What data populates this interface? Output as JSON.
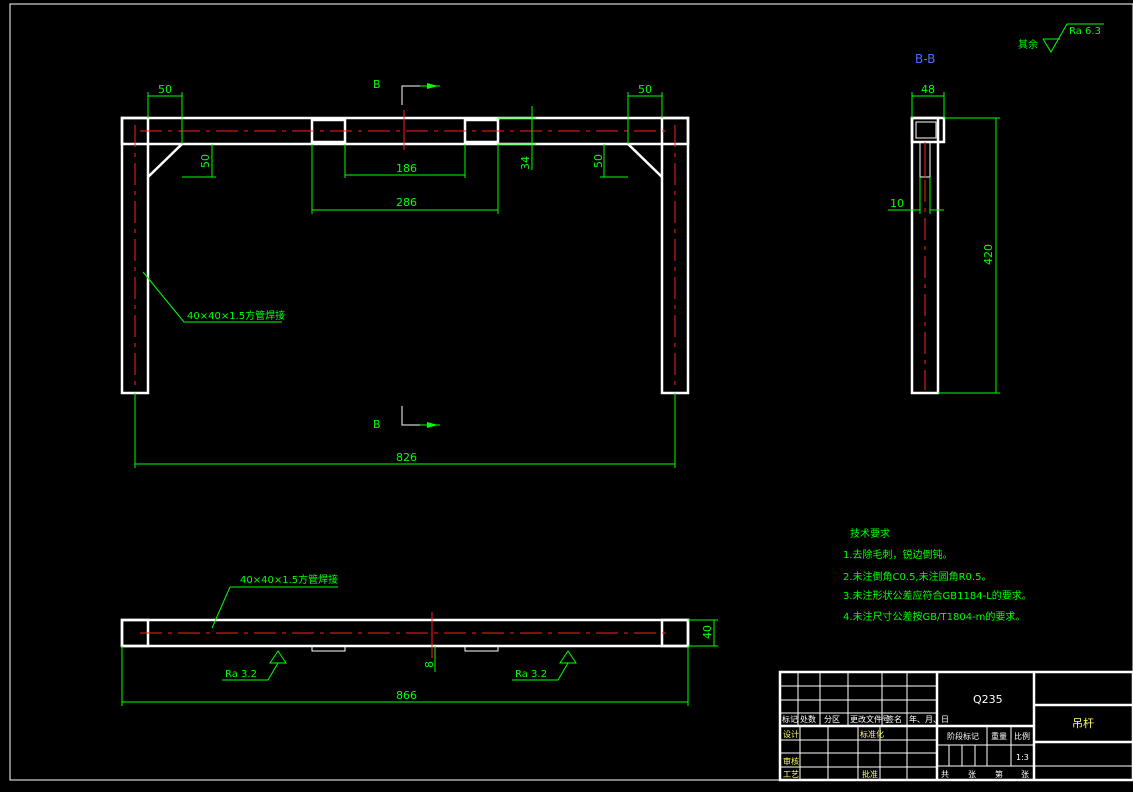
{
  "dimensions": {
    "front_top_left": "50",
    "front_top_right": "50",
    "front_brace_left": "50",
    "front_brace_right": "50",
    "front_inner_186": "186",
    "front_inner_286": "286",
    "front_34": "34",
    "front_width": "826",
    "side_width": "48",
    "side_10": "10",
    "side_height": "420",
    "bottom_height": "40",
    "bottom_width": "866",
    "bottom_8": "8"
  },
  "labels": {
    "section_b_top": "B",
    "section_b_bottom": "B",
    "section_title": "B-B",
    "leader_front": "40×40×1.5方管焊接",
    "leader_bottom": "40×40×1.5方管焊接",
    "roughness_rest_prefix": "其余",
    "roughness_rest": "Ra 6.3",
    "roughness_bottom_left": "Ra 3.2",
    "roughness_bottom_right": "Ra 3.2"
  },
  "tech": {
    "title": "技术要求",
    "items": [
      "1.去除毛刺，锐边倒钝。",
      "2.未注倒角C0.5,未注圆角R0.5。",
      "3.未注形状公差应符合GB1184-L的要求。",
      "4.未注尺寸公差按GB/T1804-m的要求。"
    ]
  },
  "title_block": {
    "material": "Q235",
    "part_name": "吊杆",
    "scale": "1:3",
    "headers": [
      "标记",
      "处数",
      "分区",
      "更改文件号",
      "签名",
      "年、月、日"
    ],
    "rows": [
      "设计",
      "审核",
      "工艺"
    ],
    "standardize": "标准化",
    "approve": "批准",
    "stage_mark": "阶段标记",
    "weight": "重量",
    "ratio": "比例",
    "sheets": [
      "共",
      "张",
      "第",
      "张"
    ]
  },
  "colors": {
    "outline": "#ffffff",
    "dimension": "#00ff00",
    "centerline": "#ff2020",
    "section_title": "#4a6cff",
    "title_text": "#ffff66"
  }
}
